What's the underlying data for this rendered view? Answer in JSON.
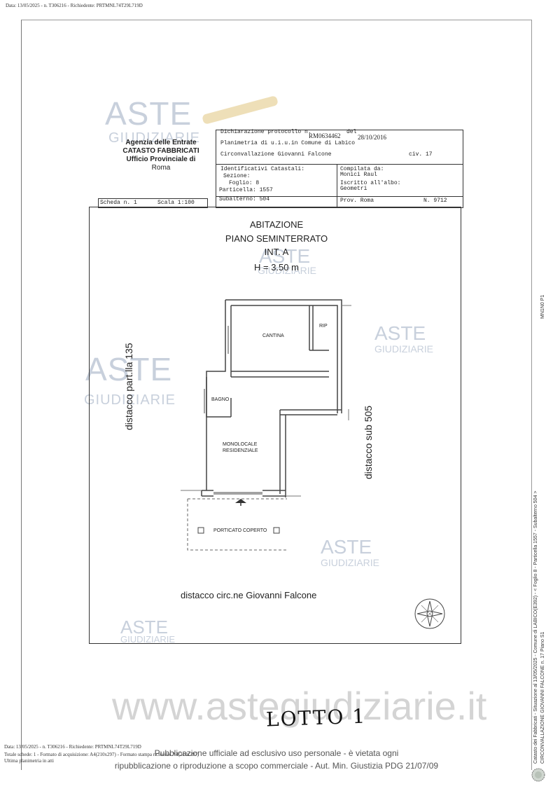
{
  "top_meta": "Data: 13/05/2025 - n. T306216 - Richiedente: PRTMNL74T29L719D",
  "agency": {
    "line1": "Agenzia delle Entrate",
    "line2": "CATASTO FABBRICATI",
    "line3": "Ufficio Provinciale di",
    "line4": "Roma"
  },
  "header": {
    "dichiarazione_label": "Dichiarazione protocollo n.",
    "protocollo": "RM0634462",
    "del_label": "del",
    "date": "28/10/2016",
    "planimetria": "Planimetria di u.i.u.in Comune di Labico",
    "address": "Circonvallazione Giovanni Falcone",
    "civ": "civ. 17",
    "ident_label": "Identificativi Catastali:",
    "sezione": "Sezione:",
    "foglio": "Foglio: 8",
    "particella": "Particella: 1557",
    "subalterno": "Subalterno: 504",
    "compilata_label": "Compilata da:",
    "compilata_name": "Monici Raul",
    "iscritto_label": "Iscritto all'albo:",
    "iscritto_value": "Geometri",
    "prov": "Prov. Roma",
    "numero": "N. 9712"
  },
  "scheda": {
    "scheda": "Scheda n. 1",
    "scala": "Scala 1:100"
  },
  "drawing": {
    "title1": "ABITAZIONE",
    "title2": "PIANO SEMINTERRATO",
    "title3": "INT. A",
    "title4": "H = 3.50 m",
    "rooms": {
      "cantina": "CANTINA",
      "rip": "RIP",
      "bagno": "BAGNO",
      "monolocale1": "MONOLOCALE",
      "monolocale2": "RESIDENZIALE",
      "porticato": "PORTICATO COPERTO"
    },
    "distacco_left": "distacco part.lla 135",
    "distacco_right": "distacco sub 505",
    "distacco_bottom": "distacco circ.ne Giovanni Falcone"
  },
  "watermark": {
    "aste": "ASTE",
    "giudiziarie": "GIUDIZIARIE",
    "site": "www.astegiudiziarie.it"
  },
  "handwritten": "LOTTO 1",
  "footer": {
    "meta1": "Data: 13/05/2025 - n. T306216 - Richiedente: PRTMNL74T29L719D",
    "meta2": "Totale schede: 1 - Formato di acquisizione: A4(210x297) - Formato stampa richiesto: A4(210x297)",
    "meta3": "Ultima planimetria in atti",
    "notice1": "Pubblicazione ufficiale ad esclusivo uso personale - è vietata ogni",
    "notice2": "ripubblicazione o riproduzione a scopo commerciale - Aut. Min. Giustizia PDG 21/07/09"
  },
  "side": {
    "right_top": "MN1N0 P1",
    "right_long1": "Catasto dei Fabbricati - Situazione al 13/05/2025 - Comune di LABICO(E392) - < Foglio 8 - Particella 1557 - Subalterno 504 >",
    "right_long2": "CIRCONVALLAZIONE GIOVANNI FALCONE n. 17 Piano S1"
  }
}
